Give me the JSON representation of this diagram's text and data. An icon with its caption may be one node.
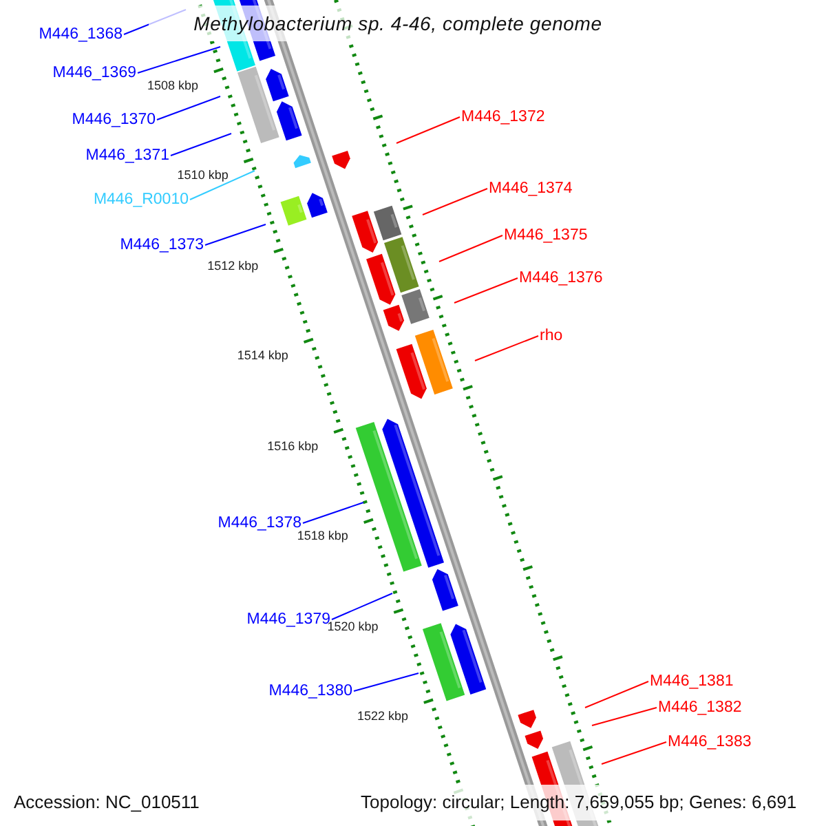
{
  "diagram": {
    "title": "Methylobacterium sp. 4-46, complete genome",
    "nodes": [
      {
        "text": [
          "M446_1368"
        ]
      },
      {
        "text": [
          "M446_1369"
        ]
      },
      {
        "text": [
          "M446_1372"
        ]
      },
      {
        "text": [
          "M446_1370"
        ]
      },
      {
        "text": [
          "M446_1371"
        ]
      },
      {
        "text": [
          "M446_1374"
        ]
      },
      {
        "text": [
          "M446_R0010"
        ]
      },
      {
        "text": [
          "M446_1375"
        ]
      },
      {
        "text": [
          "M446_1373"
        ]
      },
      {
        "text": [
          "M446_1376"
        ]
      },
      {
        "text": [
          "rho"
        ]
      },
      {
        "text": [
          "M446_1378"
        ]
      },
      {
        "text": [
          "M446_1379"
        ]
      },
      {
        "text": [
          "M446_1381"
        ]
      },
      {
        "text": [
          "M446_1380"
        ]
      },
      {
        "text": [
          "M446_1382"
        ]
      },
      {
        "text": [
          "M446_1383"
        ]
      }
    ],
    "edges": [
      {
        "from": 0,
        "to": null,
        "arrow": "none",
        "color": "#0000ff"
      },
      {
        "from": 1,
        "to": null,
        "arrow": "none",
        "color": "#0000ff"
      },
      {
        "from": 2,
        "to": null,
        "arrow": "none",
        "color": "#ff0000"
      },
      {
        "from": 3,
        "to": null,
        "arrow": "none",
        "color": "#0000ff"
      },
      {
        "from": 4,
        "to": null,
        "arrow": "none",
        "color": "#0000ff"
      },
      {
        "from": 5,
        "to": null,
        "arrow": "none",
        "color": "#ff0000"
      },
      {
        "from": 6,
        "to": null,
        "arrow": "none",
        "color": "#33ccff"
      },
      {
        "from": 7,
        "to": null,
        "arrow": "none",
        "color": "#ff0000"
      },
      {
        "from": 8,
        "to": null,
        "arrow": "none",
        "color": "#0000ff"
      },
      {
        "from": 9,
        "to": null,
        "arrow": "none",
        "color": "#ff0000"
      },
      {
        "from": 10,
        "to": null,
        "arrow": "none",
        "color": "#ff0000"
      },
      {
        "from": 11,
        "to": null,
        "arrow": "none",
        "color": "#0000ff"
      },
      {
        "from": 12,
        "to": null,
        "arrow": "none",
        "color": "#0000ff"
      },
      {
        "from": 13,
        "to": null,
        "arrow": "none",
        "color": "#ff0000"
      },
      {
        "from": 14,
        "to": null,
        "arrow": "none",
        "color": "#0000ff"
      },
      {
        "from": 15,
        "to": null,
        "arrow": "none",
        "color": "#ff0000"
      },
      {
        "from": 16,
        "to": null,
        "arrow": "none",
        "color": "#ff0000"
      }
    ],
    "labels": [
      "1508 kbp",
      "1510 kbp",
      "1512 kbp",
      "1514 kbp",
      "1516 kbp",
      "1518 kbp",
      "1520 kbp",
      "1522 kbp",
      "Accession: NC_010511",
      "Topology: circular; Length: 7,659,055 bp; Genes: 6,691"
    ]
  }
}
